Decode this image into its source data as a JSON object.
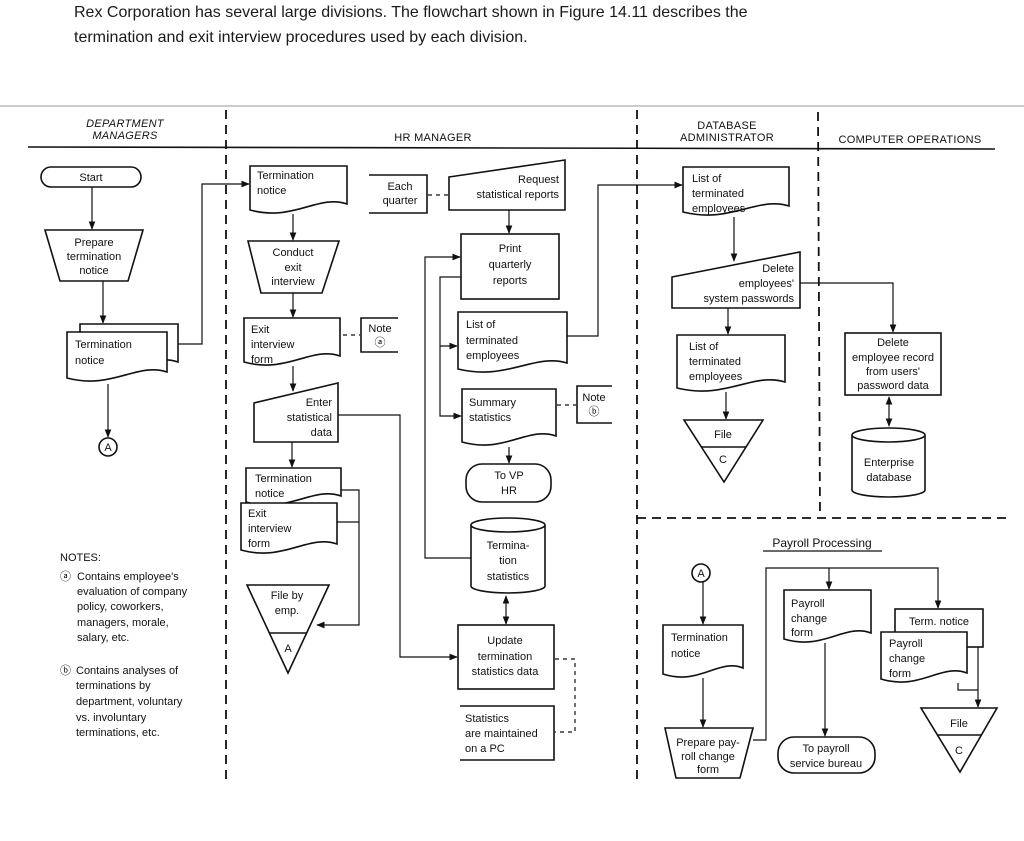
{
  "intro": [
    "Rex Corporation has several large divisions. The flowchart shown in Figure 14.11 describes the",
    "termination and exit interview procedures used by each division."
  ],
  "lanes": {
    "dept": [
      "DEPARTMENT",
      "MANAGERS"
    ],
    "hr": "HR MANAGER",
    "dba": [
      "DATABASE",
      "ADMINISTRATOR"
    ],
    "ops": "COMPUTER OPERATIONS"
  },
  "dept": {
    "start": "Start",
    "prepare": [
      "Prepare",
      "termination",
      "notice"
    ],
    "notice": [
      "Termination",
      "notice"
    ],
    "connector": "A"
  },
  "hr": {
    "notice": [
      "Termination",
      "notice"
    ],
    "conduct": [
      "Conduct",
      "exit",
      "interview"
    ],
    "exit_form": [
      "Exit",
      "interview",
      "form"
    ],
    "note_a": [
      "Note",
      "ⓐ"
    ],
    "enter": [
      "Enter",
      "statistical",
      "data"
    ],
    "stack_notice": [
      "Termination",
      "notice"
    ],
    "stack_form": [
      "Exit",
      "interview",
      "form"
    ],
    "file": [
      "File by",
      "emp.",
      "A"
    ],
    "each_quarter": [
      "Each",
      "quarter"
    ],
    "request": [
      "Request",
      "statistical reports"
    ],
    "print": [
      "Print",
      "quarterly",
      "reports"
    ],
    "list": [
      "List of",
      "terminated",
      "employees"
    ],
    "summary": [
      "Summary",
      "statistics"
    ],
    "note_b": [
      "Note",
      "ⓑ"
    ],
    "to_vp": [
      "To VP",
      "HR"
    ],
    "stats_db": [
      "Termina-",
      "tion",
      "statistics"
    ],
    "update": [
      "Update",
      "termination",
      "statistics data"
    ],
    "pc": [
      "Statistics",
      "are maintained",
      "on a PC"
    ]
  },
  "notes": {
    "title": "NOTES:",
    "a_mark": "ⓐ",
    "a": [
      "Contains employee's",
      "evaluation of company",
      "policy, coworkers,",
      "managers, morale,",
      "salary, etc."
    ],
    "b_mark": "ⓑ",
    "b": [
      "Contains analyses of",
      "terminations by",
      "department, voluntary",
      "vs. involuntary",
      "terminations, etc."
    ]
  },
  "dba": {
    "list": [
      "List of",
      "terminated",
      "employees"
    ],
    "delete": [
      "Delete",
      "employees'",
      "system passwords"
    ],
    "list2": [
      "List of",
      "terminated",
      "employees"
    ],
    "file": [
      "File",
      "C"
    ]
  },
  "ops": {
    "delete_record": [
      "Delete",
      "employee record",
      "from users'",
      "password data"
    ],
    "db": [
      "Enterprise",
      "database"
    ]
  },
  "payroll": {
    "title": "Payroll Processing",
    "connector": "A",
    "notice": [
      "Termination",
      "notice"
    ],
    "prepare": [
      "Prepare pay-",
      "roll change",
      "form"
    ],
    "form": [
      "Payroll",
      "change",
      "form"
    ],
    "bureau": [
      "To payroll",
      "service bureau"
    ],
    "term_notice": "Term. notice",
    "form2": [
      "Payroll",
      "change",
      "form"
    ],
    "file": [
      "File",
      "C"
    ]
  }
}
